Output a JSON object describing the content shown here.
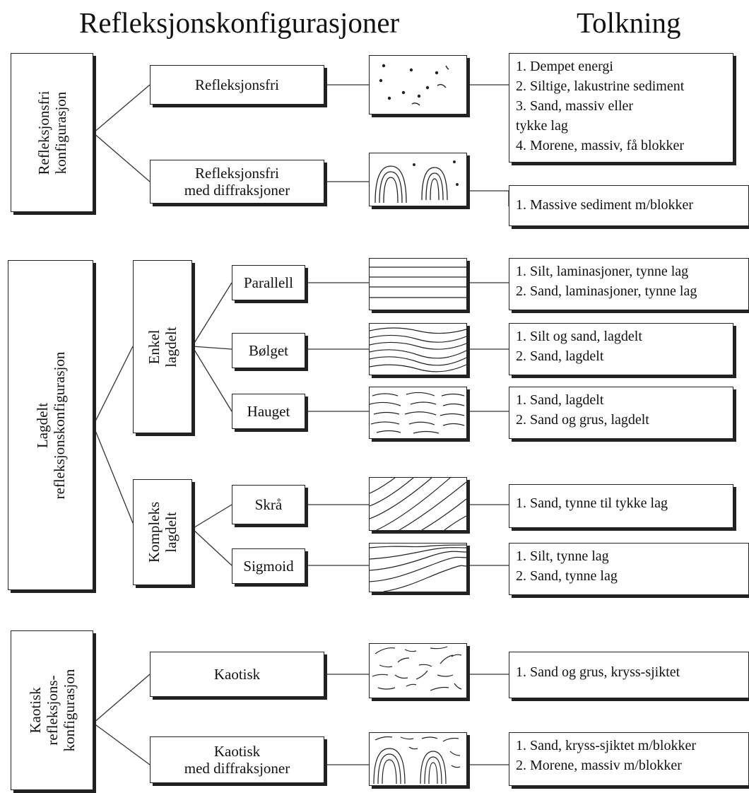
{
  "headers": {
    "configurations": "Refleksjonskonfigurasjoner",
    "interpretation": "Tolkning"
  },
  "groups": [
    {
      "label": "Refleksjonsfri\nkonfigurasjon",
      "items": [
        {
          "label": "Refleksjonsfri",
          "pattern_icon": "scattered-dots",
          "interpretations": [
            "1. Dempet energi",
            "2. Siltige, lakustrine sediment",
            "3. Sand, massiv eller\n   tykke lag",
            "4. Morene, massiv, få blokker"
          ]
        },
        {
          "label": "Refleksjonsfri\nmed diffraksjoner",
          "pattern_icon": "diffraction-arcs",
          "interpretations": [
            "1. Massive sediment m/blokker"
          ]
        }
      ]
    },
    {
      "label": "Lagdelt refleksjonskonfigurasjon",
      "subgroups": [
        {
          "label": "Enkel lagdelt",
          "items": [
            {
              "label": "Parallell",
              "pattern_icon": "parallel-lines",
              "interpretations": [
                "1. Silt, laminasjoner, tynne lag",
                "2. Sand, laminasjoner, tynne lag"
              ]
            },
            {
              "label": "Bølget",
              "pattern_icon": "wavy-lines",
              "interpretations": [
                "1. Silt og sand, lagdelt",
                "2. Sand, lagdelt"
              ]
            },
            {
              "label": "Hauget",
              "pattern_icon": "hummocky-lines",
              "interpretations": [
                "1. Sand, lagdelt",
                "2. Sand og grus, lagdelt"
              ]
            }
          ]
        },
        {
          "label": "Kompleks\nlagdelt",
          "items": [
            {
              "label": "Skrå",
              "pattern_icon": "oblique-lines",
              "interpretations": [
                "1. Sand, tynne til tykke lag"
              ]
            },
            {
              "label": "Sigmoid",
              "pattern_icon": "sigmoid-lines",
              "interpretations": [
                "1. Silt, tynne lag",
                "2. Sand, tynne lag"
              ]
            }
          ]
        }
      ]
    },
    {
      "label": "Kaotisk\nrefleksjons-\nkonfigurasjon",
      "items": [
        {
          "label": "Kaotisk",
          "pattern_icon": "chaotic-dashes",
          "interpretations": [
            "1. Sand og grus, kryss-sjiktet"
          ]
        },
        {
          "label": "Kaotisk\nmed diffraksjoner",
          "pattern_icon": "chaotic-diffraction",
          "interpretations": [
            "1. Sand, kryss-sjiktet m/blokker",
            "2. Morene, massiv m/blokker"
          ]
        }
      ]
    }
  ]
}
